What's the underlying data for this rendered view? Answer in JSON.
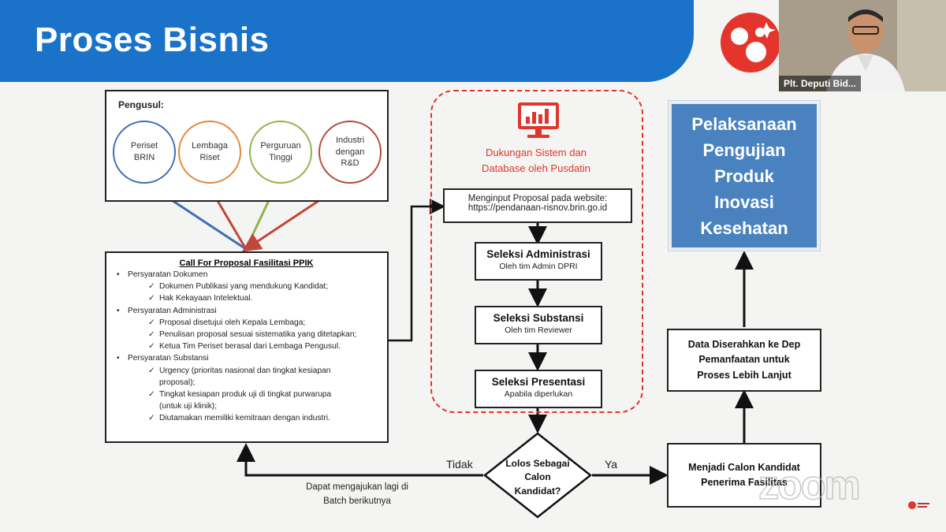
{
  "header": {
    "title": "Proses Bisnis"
  },
  "video": {
    "participant_name": "Plt. Deputi Bid..."
  },
  "pengusul": {
    "label": "Pengusul:",
    "items": [
      {
        "line1": "Periset",
        "line2": "BRIN",
        "line3": "",
        "color": "#3f6fb5"
      },
      {
        "line1": "Lembaga",
        "line2": "Riset",
        "line3": "",
        "color": "#e0883a"
      },
      {
        "line1": "Perguruan",
        "line2": "Tinggi",
        "line3": "",
        "color": "#93b24a"
      },
      {
        "line1": "Industri",
        "line2": "dengan",
        "line3": "R&D",
        "color": "#b34a3d"
      }
    ]
  },
  "cfp": {
    "title": "Call For Proposal Fasilitasi PPIK",
    "lines": [
      {
        "text": "Persyaratan Dokumen",
        "kind": "bullet"
      },
      {
        "text": "Dokumen Publikasi yang mendukung Kandidat;",
        "kind": "check"
      },
      {
        "text": "Hak Kekayaan Intelektual.",
        "kind": "check"
      },
      {
        "text": "Persyaratan Administrasi",
        "kind": "bullet"
      },
      {
        "text": "Proposal disetujui oleh Kepala Lembaga;",
        "kind": "check"
      },
      {
        "text": "Penulisan proposal sesuai sistematika yang ditetapkan;",
        "kind": "check"
      },
      {
        "text": "Ketua Tim Periset berasal dari Lembaga Pengusul.",
        "kind": "check"
      },
      {
        "text": "Persyaratan Substansi",
        "kind": "bullet"
      },
      {
        "text": "Urgency (prioritas nasional dan tingkat kesiapan",
        "kind": "check"
      },
      {
        "text": "proposal);",
        "kind": "cont"
      },
      {
        "text": "Tingkat kesiapan produk uji di tingkat purwarupa",
        "kind": "check"
      },
      {
        "text": "(untuk uji klinik);",
        "kind": "cont"
      },
      {
        "text": "Diutamakan memiliki kemitraan dengan industri.",
        "kind": "check"
      }
    ]
  },
  "support": {
    "line1": "Dukungan Sistem dan",
    "line2": "Database oleh Pusdatin",
    "icon": "monitor-chart-icon",
    "color": "#e0362b"
  },
  "input_step": {
    "line1": "Menginput Proposal pada website:",
    "line2": "https://pendanaan-risnov.brin.go.id"
  },
  "steps": [
    {
      "title": "Seleksi Administrasi",
      "sub": "Oleh tim Admin DPRI"
    },
    {
      "title": "Seleksi Substansi",
      "sub": "Oleh tim Reviewer"
    },
    {
      "title": "Seleksi Presentasi",
      "sub": "Apabila diperlukan"
    }
  ],
  "decision": {
    "line1": "Lolos Sebagai",
    "line2": "Calon",
    "line3": "Kandidat?",
    "no_label": "Tidak",
    "yes_label": "Ya"
  },
  "retry_note": {
    "line1": "Dapat mengajukan lagi di",
    "line2": "Batch berikutnya"
  },
  "candidate": {
    "line1": "Menjadi Calon Kandidat",
    "line2": "Penerima Fasilitas"
  },
  "handover": {
    "line1": "Data Diserahkan ke Dep",
    "line2": "Pemanfaatan untuk",
    "line3": "Proses Lebih Lanjut"
  },
  "implementation": {
    "line1": "Pelaksanaan",
    "line2": "Pengujian",
    "line3": "Produk",
    "line4": "Inovasi",
    "line5": "Kesehatan",
    "color": "#4a82c0"
  },
  "watermark": {
    "text": "zoom"
  }
}
